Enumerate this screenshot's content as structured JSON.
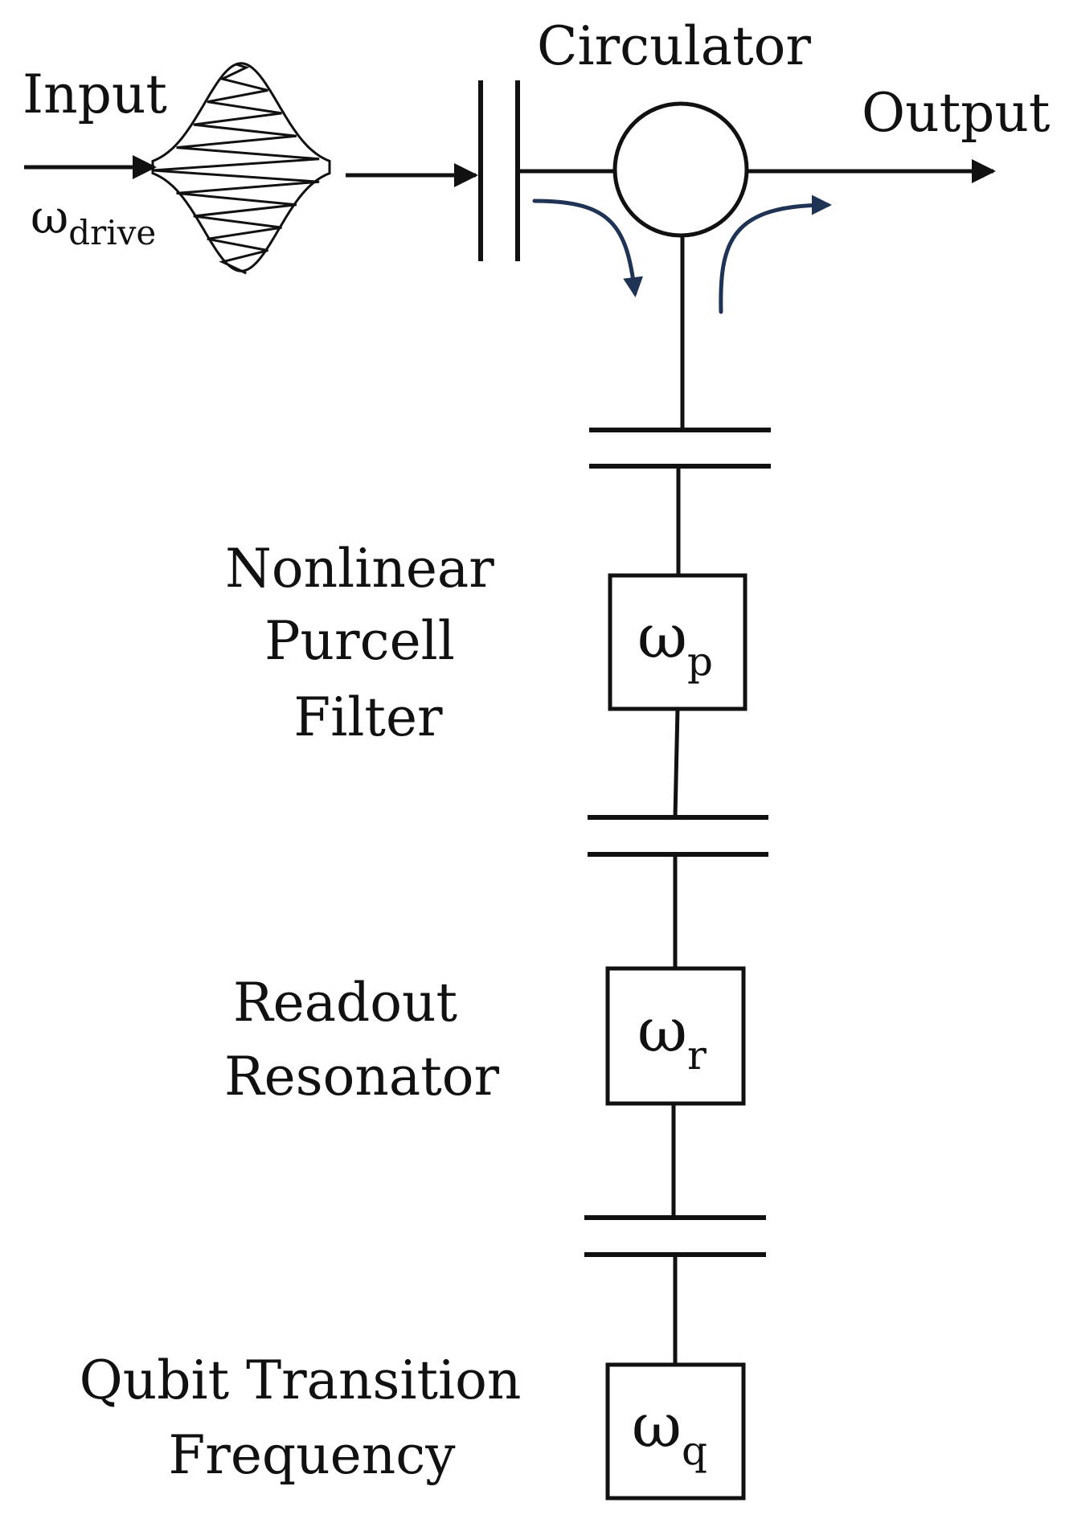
{
  "labels": {
    "input": "Input",
    "drive_symbol": "ω",
    "drive_subscript": "drive",
    "circulator": "Circulator",
    "output": "Output",
    "purcell_line1": "Nonlinear",
    "purcell_line2": "Purcell",
    "purcell_line3": "Filter",
    "readout_line1": "Readout",
    "readout_line2": "Resonator",
    "qubit_line1": "Qubit Transition",
    "qubit_line2": "Frequency"
  },
  "boxes": {
    "purcell": {
      "symbol": "ω",
      "subscript": "p"
    },
    "readout": {
      "symbol": "ω",
      "subscript": "r"
    },
    "qubit": {
      "symbol": "ω",
      "subscript": "q"
    }
  },
  "colors": {
    "line": "#111111",
    "flow_arrow": "#1f3354",
    "background": "#ffffff"
  }
}
